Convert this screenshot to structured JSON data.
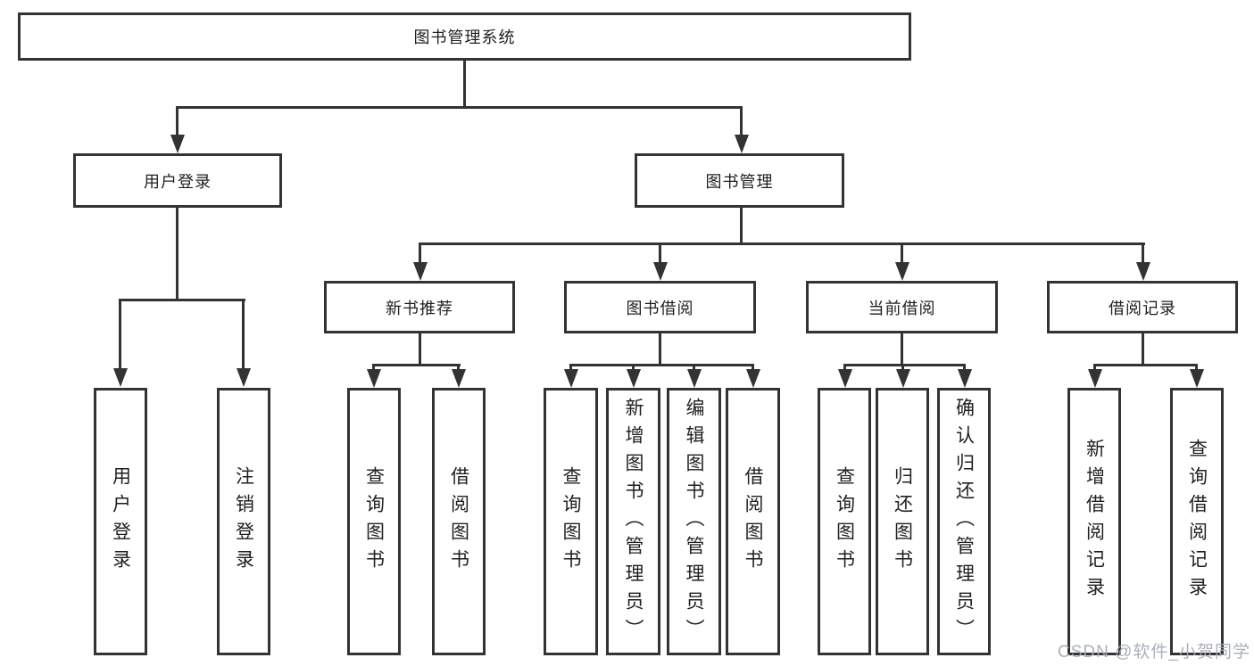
{
  "tree": {
    "label": "图书管理系统",
    "children": [
      {
        "label": "用户登录",
        "children": [
          {
            "label": "用户登录"
          },
          {
            "label": "注销登录"
          }
        ]
      },
      {
        "label": "图书管理",
        "children": [
          {
            "label": "新书推荐",
            "children": [
              {
                "label": "查询图书"
              },
              {
                "label": "借阅图书"
              }
            ]
          },
          {
            "label": "图书借阅",
            "children": [
              {
                "label": "查询图书"
              },
              {
                "label": "新增图书（管理员）"
              },
              {
                "label": "编辑图书（管理员）"
              },
              {
                "label": "借阅图书"
              }
            ]
          },
          {
            "label": "当前借阅",
            "children": [
              {
                "label": "查询图书"
              },
              {
                "label": "归还图书"
              },
              {
                "label": "确认归还（管理员）"
              }
            ]
          },
          {
            "label": "借阅记录",
            "children": [
              {
                "label": "新增借阅记录"
              },
              {
                "label": "查询借阅记录"
              }
            ]
          }
        ]
      }
    ]
  },
  "watermark": {
    "text": "CSDN @软件_小贺同学"
  },
  "colors": {
    "box_border": "#333333",
    "connector_line": "#333333",
    "text": "#1f1f1f",
    "background": "#ffffff",
    "watermark_text": "#a8acb4"
  }
}
